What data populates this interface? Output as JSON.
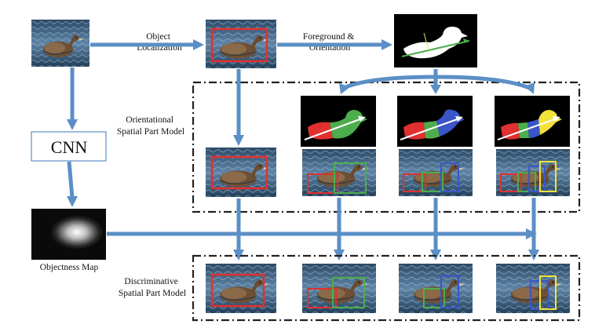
{
  "labels": {
    "object_localization": [
      "Object",
      "Localization"
    ],
    "foreground_orientation": [
      "Foreground &",
      "Orientation"
    ],
    "orientational_model": [
      "Orientational",
      "Spatial Part Model"
    ],
    "cnn": "CNN",
    "objectness_map": "Objectness Map",
    "discriminative_model": [
      "Discriminative",
      "Spatial Part Model"
    ]
  },
  "colors": {
    "arrow": "#5b8fc6",
    "box_red": "#e03030",
    "box_green": "#4cae4c",
    "box_blue": "#3a55c8",
    "box_yellow": "#f2e23a",
    "water_dark": "#24415c",
    "water_light": "#7fa2bf",
    "bird_body": "#7a5a3c"
  }
}
